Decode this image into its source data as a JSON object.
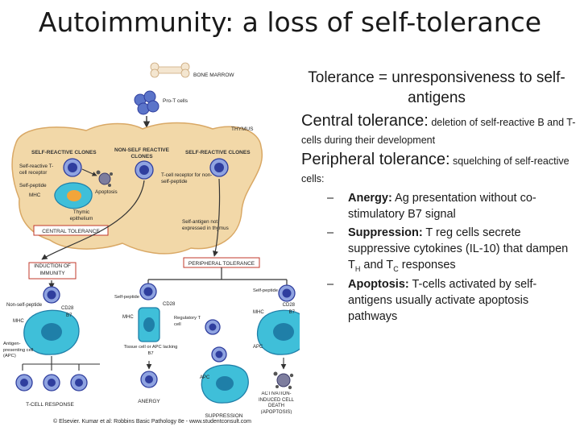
{
  "slide": {
    "title": "Autoimmunity: a loss of self-tolerance",
    "heading": "Tolerance = unresponsiveness to self-antigens",
    "central": {
      "label": "Central tolerance:",
      "text": " deletion of self-reactive B and T-cells during their development"
    },
    "peripheral": {
      "label": "Peripheral tolerance:",
      "text": " squelching of self-reactive cells:"
    },
    "bullets": [
      {
        "label": "Anergy:",
        "text": " Ag presentation without co-stimulatory B7 signal"
      },
      {
        "label": "Suppression:",
        "text": " T reg cells secrete suppressive cytokines (IL-10) that dampen T",
        "sub1": "H",
        "mid": " and T",
        "sub2": "C",
        "end": " responses"
      },
      {
        "label": "Apoptosis:",
        "text": " T-cells activated by self-antigens usually activate apoptosis pathways"
      }
    ]
  },
  "figure": {
    "labels": {
      "bone_marrow": "BONE MARROW",
      "pro_t": "Pro-T cells",
      "thymus": "THYMUS",
      "self_reactive_clones_1": "SELF-REACTIVE CLONES",
      "non_self_reactive_clones": "NON-SELF REACTIVE CLONES",
      "self_reactive_clones_2": "SELF-REACTIVE CLONES",
      "self_reactive_tcr": "Self-reactive T-cell receptor",
      "self_peptide": "Self-peptide",
      "mhc": "MHC",
      "apoptosis": "Apoptosis",
      "tcr_non_self": "T-cell receptor for non-self-peptide",
      "thymic_epithelium": "Thymic epithelium",
      "central_tolerance": "CENTRAL TOLERANCE",
      "self_antigen_not_expressed": "Self-antigen not expressed in thymus",
      "induction_of_immunity": "INDUCTION OF IMMUNITY",
      "peripheral_tolerance": "PERIPHERAL TOLERANCE",
      "non_self_peptide": "Non-self-peptide",
      "cd28": "CD28",
      "b7": "B7",
      "mhc2": "MHC",
      "apc_long": "Antigen-presenting cell (APC)",
      "self_peptide2": "Self-peptide",
      "cd28_2": "CD28",
      "mhc3": "MHC",
      "regulatory_t": "Regulatory T cell",
      "self_peptide3": "Self-peptide",
      "cd28_3": "CD28",
      "b7_3": "B7",
      "mhc4": "MHC",
      "apc2": "APC",
      "tissue_cell": "Tissue cell or APC lacking B7",
      "apc3": "APC",
      "t_cell_response": "T-CELL RESPONSE",
      "anergy": "ANERGY",
      "suppression": "SUPPRESSION",
      "aicd": "ACTIVATION-INDUCED CELL DEATH (APOPTOSIS)",
      "copyright": "© Elsevier. Kumar et al: Robbins Basic Pathology 8e - www.studentconsult.com"
    },
    "colors": {
      "thymus": "#f2d8a8",
      "thymus_edge": "#d9a865",
      "t_cell": "#2f3e9e",
      "t_cell_light": "#8fa3e0",
      "apc": "#3fbfd9",
      "apc_dark": "#1f7fa8",
      "label_box": "#c0392b",
      "arrow": "#333333"
    }
  }
}
